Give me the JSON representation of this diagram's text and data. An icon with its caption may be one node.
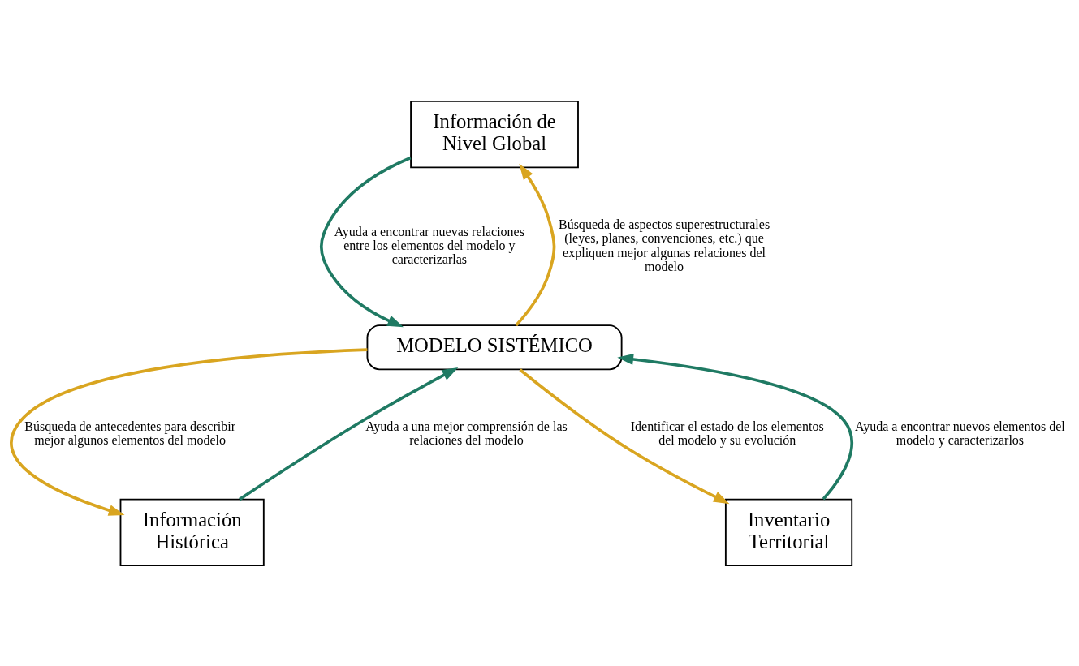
{
  "diagram": {
    "nodes": [
      {
        "text": [
          "Información de Nivel Global"
        ]
      },
      {
        "text": [
          "MODELO SISTÉMICO"
        ]
      },
      {
        "text": [
          "Información Histórica"
        ]
      },
      {
        "text": [
          "Inventario Territorial"
        ]
      }
    ],
    "edges": [
      {
        "from": 1,
        "to": 0,
        "arrow": "to",
        "color": "#d9a520",
        "label": "Búsqueda de aspectos superestructurales (leyes, planes, convenciones, etc.) que expliquen mejor algunas relaciones del modelo"
      },
      {
        "from": 0,
        "to": 1,
        "arrow": "to",
        "color": "#1f7a63",
        "label": "Ayuda a encontrar nuevas relaciones entre los elementos del modelo y caracterizarlas"
      },
      {
        "from": 1,
        "to": 2,
        "arrow": "to",
        "color": "#d9a520",
        "label": "Búsqueda de antecedentes para describir mejor algunos elementos del modelo"
      },
      {
        "from": 2,
        "to": 1,
        "arrow": "to",
        "color": "#1f7a63",
        "label": "Ayuda a una mejor comprensión de las relaciones del modelo"
      },
      {
        "from": 1,
        "to": 3,
        "arrow": "to",
        "color": "#d9a520",
        "label": "Identificar el estado de los elementos del modelo y su evolución"
      },
      {
        "from": 3,
        "to": 1,
        "arrow": "to",
        "color": "#1f7a63",
        "label": "Ayuda a encontrar nuevos elementos del modelo y caracterizarlos"
      }
    ]
  }
}
